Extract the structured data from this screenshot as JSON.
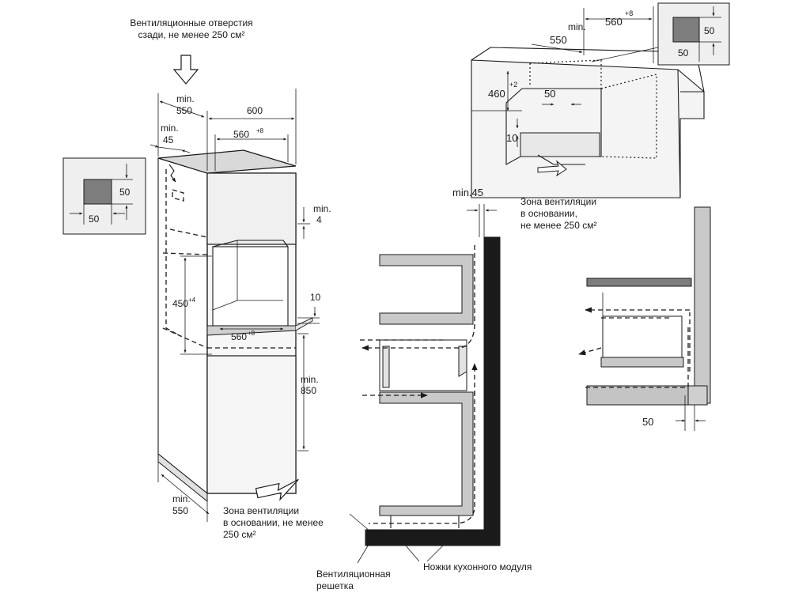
{
  "labels": {
    "vent_back_line1": "Вентиляционные отверстия",
    "vent_back_line2": "сзади, не менее 250 см²",
    "min_550_top": "min.",
    "min_550_top_val": "550",
    "dim_600": "600",
    "min_45_left": "min.",
    "min_45_left_val": "45",
    "dim_560_8_top": "560",
    "sup_8": "+8",
    "inset_left_50_v": "50",
    "inset_left_50_h": "50",
    "min_4": "min.",
    "min_4_val": "4",
    "dim_450": "450",
    "sup_4": "+4",
    "dim_10_mid": "10",
    "dim_560_8_mid": "560",
    "min_850": "min.",
    "min_850_val": "850",
    "min_550_bottom": "min.",
    "min_550_bottom_val": "550",
    "vent_base_left_line1": "Зона вентиляции",
    "vent_base_left_line2": "в основании, не менее",
    "vent_base_left_line3": "250 см²",
    "top_min": "min.",
    "top_550": "550",
    "top_560": "560",
    "top_460": "460",
    "sup_2": "+2",
    "top_50": "50",
    "top_10": "10",
    "inset_right_50_v": "50",
    "inset_right_50_h": "50",
    "vent_base_right_line1": "Зона вентиляции",
    "vent_base_right_line2": "в основании,",
    "vent_base_right_line3": "не менее 250 см²",
    "min45_center": "min.45",
    "legs_label": "Ножки кухонного модуля",
    "grille_line1": "Вентиляционная",
    "grille_line2": "решетка",
    "right_50": "50"
  }
}
